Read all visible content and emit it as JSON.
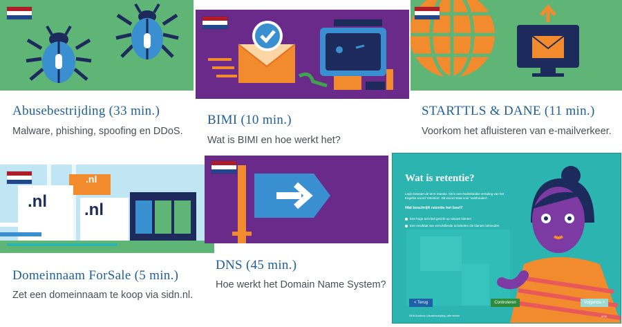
{
  "colors": {
    "title": "#1e5f9a",
    "description": "#4a4f55",
    "green": "#5fb576",
    "purple": "#6a2a8a",
    "teal": "#2cb5b0",
    "orange": "#f28a2e",
    "dark_blue": "#1d2a5c",
    "blue": "#3a8fd0"
  },
  "flag_colors": [
    "#ae1c28",
    "#ffffff",
    "#21468b"
  ],
  "courses": [
    {
      "title": "Abusebestrijding (33 min.)",
      "description": "Malware, phishing, spoofing en DDoS.",
      "icon": "bug-icon"
    },
    {
      "title": "BIMI (10 min.)",
      "description": "Wat is BIMI en hoe werkt het?",
      "icon": "envelope-checkmark-icon"
    },
    {
      "title": "STARTTLS & DANE (11 min.)",
      "description": "Voorkom het afluisteren van e-mailverkeer.",
      "icon": "globe-monitor-icon"
    },
    {
      "title": "Domeinnaam ForSale (5 min.)",
      "description": "Zet een domeinnaam te koop via sidn.nl.",
      "icon": "nl-signs-icon"
    },
    {
      "title": "DNS (45 min.)",
      "description": "Hoe werkt het Domain Name System?",
      "icon": "signpost-arrow-icon"
    }
  ],
  "thumb_labels": {
    "nl1": ".nl",
    "nl2": ".nl",
    "nl3": ".nl"
  },
  "preview": {
    "heading": "Wat is retentie?",
    "paragraph": "Layla bewaart de term retentie. Dit is een Nederlandse vertaling van het Engelse woord 'retention'. Dit woord staat voor 'vasthouden'.",
    "question": "Wat beschrijft retentie het best?",
    "options": [
      "Een hoge activiteit gericht op nieuwe klanten",
      "Een resultaat van verschillende activiteiten die klanten behouden"
    ],
    "back_button": "< Terug",
    "check_button": "Controleren",
    "next_button": "Volgende >",
    "footer": "SIDN Academy | Abusebestrijding | alle rechten",
    "page": "4/16"
  }
}
